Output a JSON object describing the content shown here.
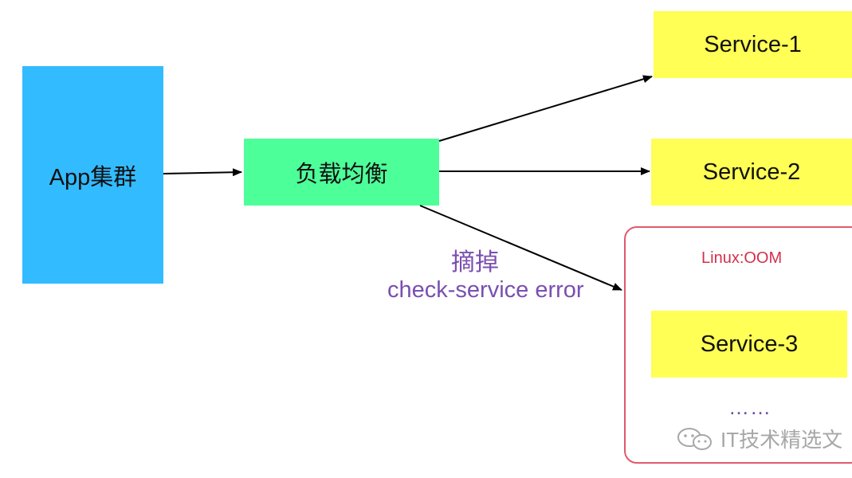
{
  "nodes": {
    "app": {
      "label": "App集群",
      "color": "#33bbff"
    },
    "lb": {
      "label": "负载均衡",
      "color": "#4dff99"
    },
    "service1": {
      "label": "Service-1",
      "color": "#ffff55"
    },
    "service2": {
      "label": "Service-2",
      "color": "#ffff55"
    },
    "service3": {
      "label": "Service-3",
      "color": "#ffff55"
    }
  },
  "oom_group": {
    "label": "Linux:OOM",
    "ellipsis": "……",
    "border_color": "#e05a6a"
  },
  "edge_labels": {
    "remove": "摘掉",
    "error": "check-service error"
  },
  "watermark": {
    "text": "IT技术精选文",
    "icon": "wechat-icon"
  }
}
